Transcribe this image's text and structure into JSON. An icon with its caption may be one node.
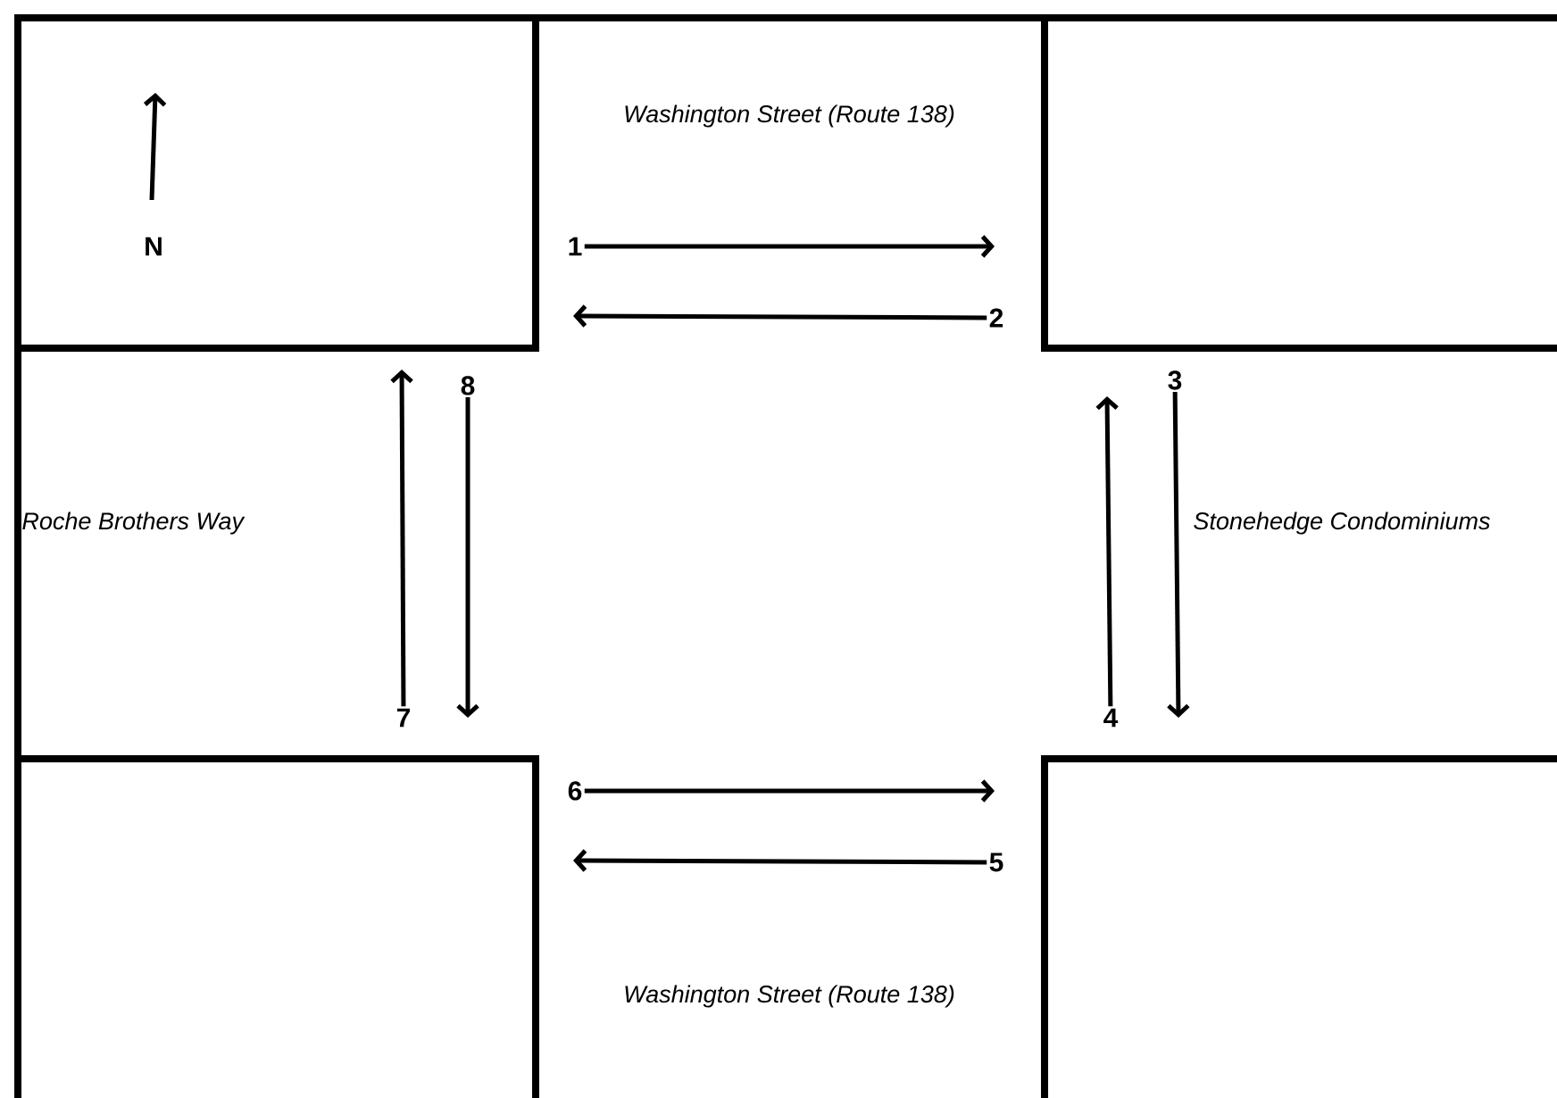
{
  "diagram": {
    "nodes": [
      {
        "text": [
          "1"
        ]
      },
      {
        "text": [
          "2"
        ]
      },
      {
        "text": [
          "3"
        ]
      },
      {
        "text": [
          "4"
        ]
      },
      {
        "text": [
          "5"
        ]
      },
      {
        "text": [
          "6"
        ]
      },
      {
        "text": [
          "7"
        ]
      },
      {
        "text": [
          "8"
        ]
      }
    ],
    "edges": [
      {
        "from": 0,
        "to": null,
        "arrow": "to"
      },
      {
        "from": 1,
        "to": null,
        "arrow": "to"
      },
      {
        "from": 2,
        "to": null,
        "arrow": "to"
      },
      {
        "from": 3,
        "to": null,
        "arrow": "to"
      },
      {
        "from": 4,
        "to": null,
        "arrow": "to"
      },
      {
        "from": 5,
        "to": null,
        "arrow": "to"
      },
      {
        "from": 6,
        "to": null,
        "arrow": "to"
      },
      {
        "from": 7,
        "to": null,
        "arrow": "to"
      }
    ],
    "labels": [
      "Washington Street (Route 138)",
      "N",
      "Roche Brothers Way",
      "Stonehedge Condominiums",
      "Washington Street (Route 138)"
    ]
  }
}
